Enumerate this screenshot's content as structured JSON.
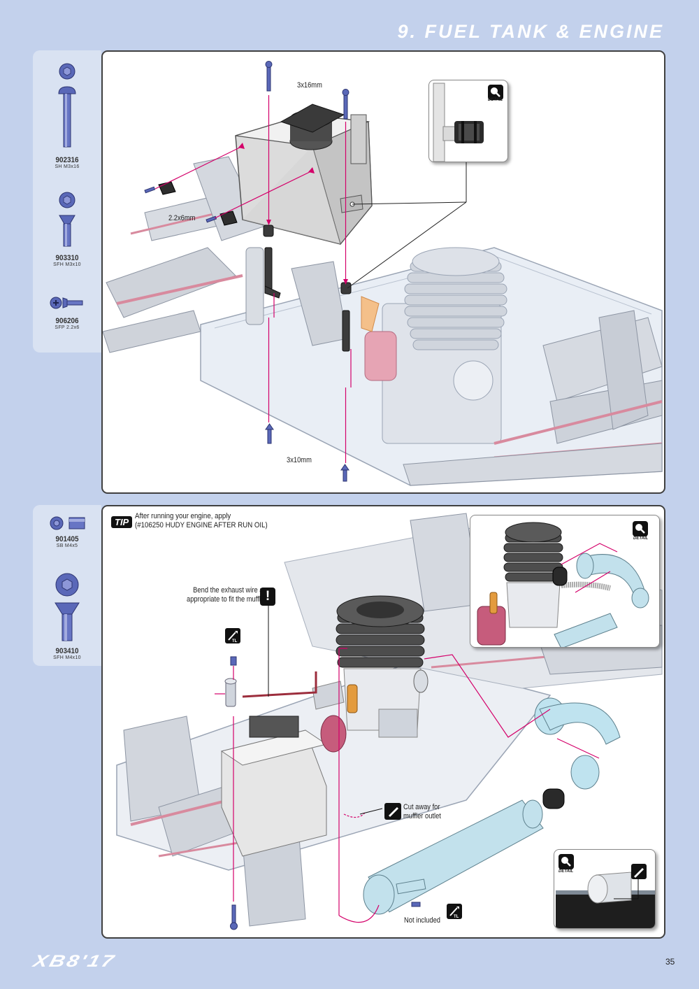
{
  "page": {
    "title": "9. FUEL TANK & ENGINE",
    "logo": "XB8'17",
    "number": "35"
  },
  "step1": {
    "parts": [
      {
        "code": "902316",
        "desc": "SH M3x16"
      },
      {
        "code": "903310",
        "desc": "SFH M3x10"
      },
      {
        "code": "906206",
        "desc": "SFP 2.2x6"
      }
    ],
    "labels": {
      "screw_top": "3x16mm",
      "screw_side": "2.2x6mm",
      "screw_bottom": "3x10mm"
    },
    "detail_label": "DETAIL"
  },
  "step2": {
    "parts": [
      {
        "code": "901405",
        "desc": "SB M4x5"
      },
      {
        "code": "903410",
        "desc": "SFH M4x10"
      }
    ],
    "tip": {
      "badge": "TIP",
      "line1": "After running your engine, apply",
      "line2": "(#106250 HUDY ENGINE AFTER RUN OIL)"
    },
    "notes": {
      "exhaust_wire_1": "Bend the exhaust wire as",
      "exhaust_wire_2": "appropriate to fit the muffler",
      "cut_away_1": "Cut away for",
      "cut_away_2": "muffler outlet",
      "not_included": "Not included"
    },
    "warning": "!",
    "tool_label": "TL",
    "detail_label": "DETAIL"
  },
  "colors": {
    "background": "#c3d1ec",
    "arrow": "#d4006a",
    "part_blue": "#5a68b8",
    "panel_border": "#404040"
  }
}
